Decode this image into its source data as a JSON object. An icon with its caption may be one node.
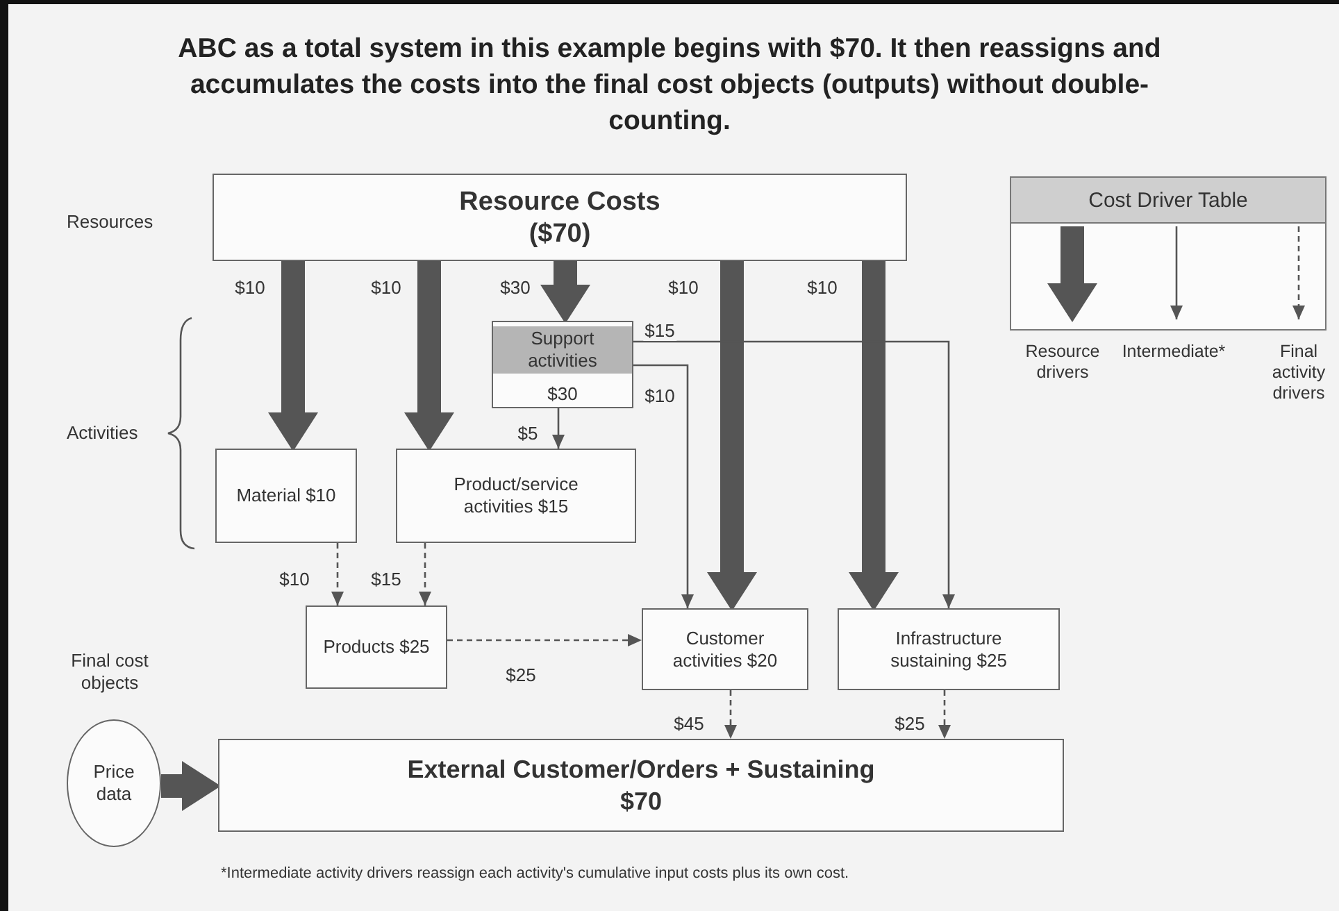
{
  "diagram": {
    "title": "ABC as a total system in this example begins with $70. It then reassigns and accumulates the costs into the final cost objects (outputs) without double-counting.",
    "caption": "*Intermediate activity drivers reassign each activity's cumulative input costs plus its own cost.",
    "nodes": [
      {
        "text": [
          "Resource Costs ($70)"
        ]
      },
      {
        "text": [
          "Cost Driver Table"
        ]
      },
      {
        "text": [
          "Support activities",
          "$30"
        ]
      },
      {
        "text": [
          "Material $10"
        ]
      },
      {
        "text": [
          "Product/service activities $15"
        ]
      },
      {
        "text": [
          "Products $25"
        ]
      },
      {
        "text": [
          "Customer activities $20"
        ]
      },
      {
        "text": [
          "Infrastructure sustaining $25"
        ]
      },
      {
        "text": [
          "Price data"
        ]
      },
      {
        "text": [
          "External Customer/Orders + Sustaining $70"
        ]
      }
    ],
    "edges": [
      {
        "from": 0,
        "to": 3,
        "arrow": "to",
        "label": "$10",
        "style": "thick"
      },
      {
        "from": 0,
        "to": 4,
        "arrow": "to",
        "label": "$10",
        "style": "thick"
      },
      {
        "from": 0,
        "to": 2,
        "arrow": "to",
        "label": "$30",
        "style": "thick"
      },
      {
        "from": 0,
        "to": 6,
        "arrow": "to",
        "label": "$10",
        "style": "thick"
      },
      {
        "from": 0,
        "to": 7,
        "arrow": "to",
        "label": "$10",
        "style": "thick"
      },
      {
        "from": 2,
        "to": 7,
        "arrow": "to",
        "label": "$15"
      },
      {
        "from": 2,
        "to": 6,
        "arrow": "to",
        "label": "$10"
      },
      {
        "from": 2,
        "to": 4,
        "arrow": "to",
        "label": "$5"
      },
      {
        "from": 3,
        "to": 5,
        "arrow": "to",
        "label": "$10",
        "style": "dashed"
      },
      {
        "from": 4,
        "to": 5,
        "arrow": "to",
        "label": "$15",
        "style": "dashed"
      },
      {
        "from": 5,
        "to": 6,
        "arrow": "to",
        "label": "$25",
        "style": "dashed"
      },
      {
        "from": 6,
        "to": 9,
        "arrow": "to",
        "label": "$45",
        "style": "dashed"
      },
      {
        "from": 7,
        "to": 9,
        "arrow": "to",
        "label": "$25",
        "style": "dashed"
      },
      {
        "from": 8,
        "to": 9,
        "arrow": "to",
        "style": "thick"
      }
    ],
    "labels": [
      "Resources",
      "Activities",
      "Final cost objects"
    ],
    "legend": [
      {
        "text": "Resource drivers"
      },
      {
        "text": "Intermediate*"
      },
      {
        "text": "Final activity drivers"
      }
    ]
  }
}
